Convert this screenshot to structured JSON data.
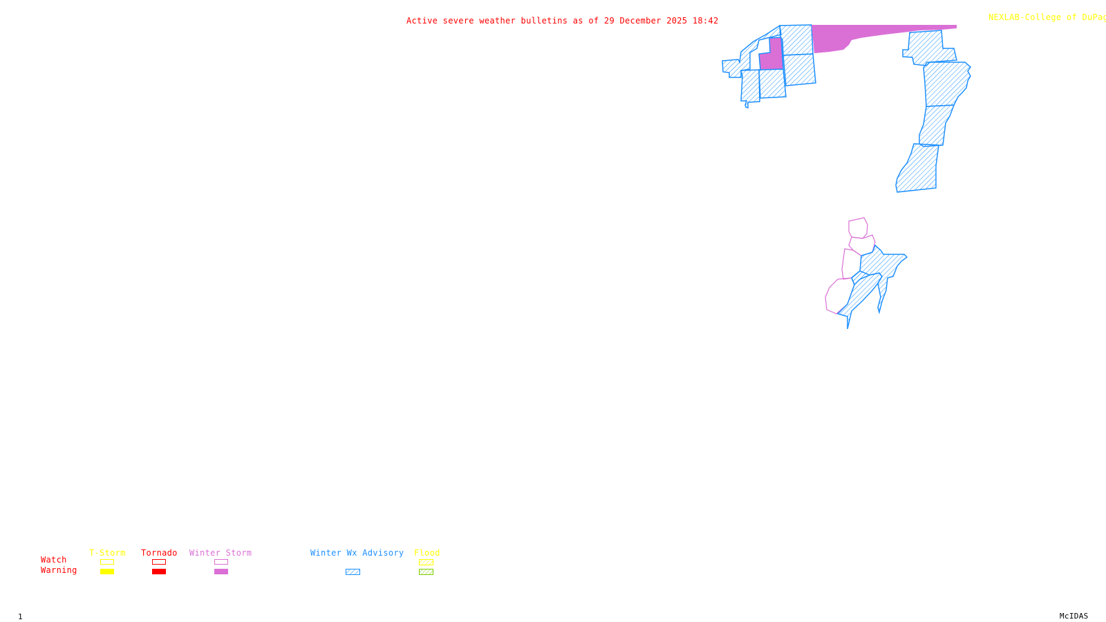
{
  "header": {
    "title": "Active severe weather bulletins as of 29 December 2025 18:42",
    "credit": "NEXLAB-College of DuPage",
    "credit_icon": "corner-arrow-icon"
  },
  "footer": {
    "frame_number": "1",
    "software": "McIDAS"
  },
  "colors": {
    "title": "#ff0000",
    "credit": "#ffff00",
    "tstorm": "#ffff00",
    "tornado": "#ff0000",
    "winter_storm": "#da70d6",
    "winter_wx_advisory": "#1e90ff",
    "flood_watch": "#ffff00",
    "flood_warning": "#7fcc00"
  },
  "legend": {
    "row_labels": {
      "watch": "Watch",
      "warning": "Warning"
    },
    "columns": [
      {
        "name": "tstorm",
        "label": "T-Storm",
        "watch_style": "outline",
        "warning_style": "solid"
      },
      {
        "name": "tornado",
        "label": "Tornado",
        "watch_style": "outline",
        "warning_style": "solid"
      },
      {
        "name": "winter-storm",
        "label": "Winter Storm",
        "watch_style": "outline",
        "warning_style": "solid"
      },
      {
        "name": "winter-wx-advisory",
        "label": "Winter Wx Advisory",
        "watch_style": "none",
        "warning_style": "hatched"
      },
      {
        "name": "flood",
        "label": "Flood",
        "watch_style": "hatched",
        "warning_style": "hatched"
      }
    ]
  },
  "map": {
    "active_bulletin_types": [
      "Winter Storm Warning",
      "Winter Storm Watch",
      "Winter Wx Advisory"
    ]
  }
}
